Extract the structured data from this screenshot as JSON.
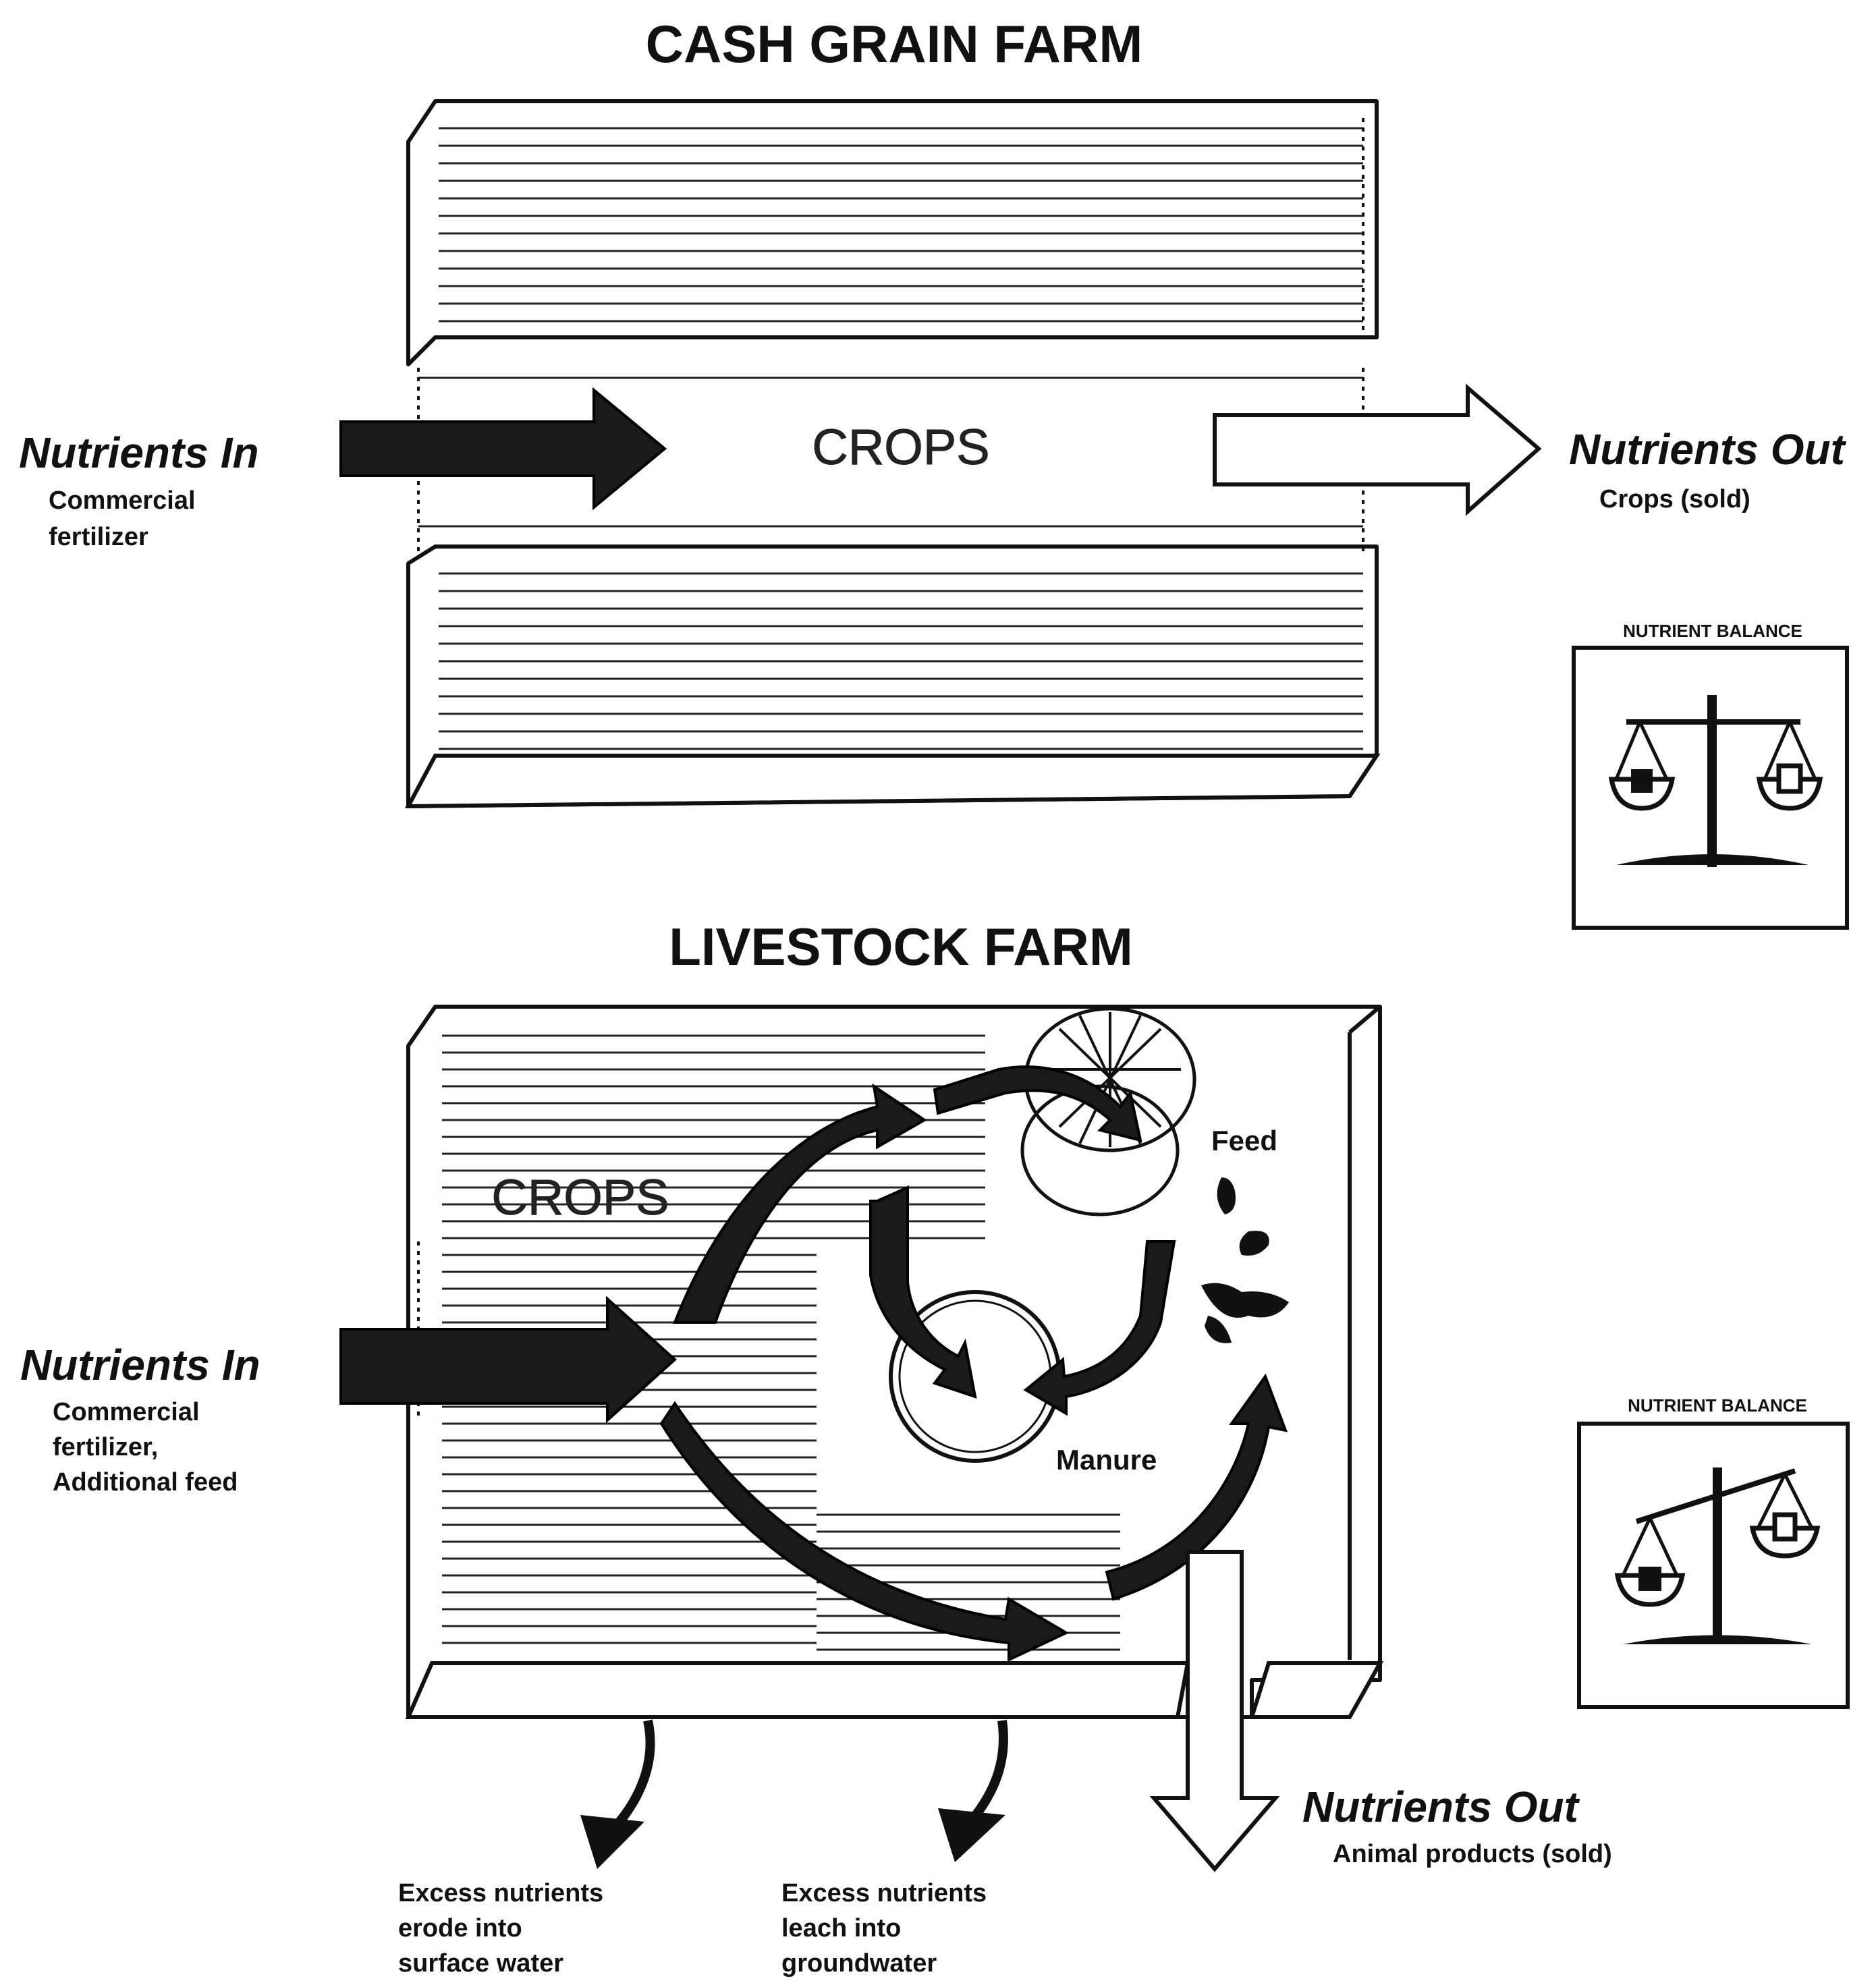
{
  "cash_grain": {
    "title": "CASH GRAIN FARM",
    "crops_label": "CROPS",
    "nutrients_in": {
      "heading": "Nutrients In",
      "line1": "Commercial",
      "line2": "fertilizer"
    },
    "nutrients_out": {
      "heading": "Nutrients Out",
      "detail": "Crops (sold)"
    },
    "balance_caption": "NUTRIENT BALANCE"
  },
  "livestock": {
    "title": "LIVESTOCK FARM",
    "crops_label": "CROPS",
    "feed_label": "Feed",
    "manure_label": "Manure",
    "nutrients_in": {
      "heading": "Nutrients In",
      "line1": "Commercial",
      "line2": "fertilizer,",
      "line3": "Additional feed"
    },
    "nutrients_out": {
      "heading": "Nutrients Out",
      "detail": "Animal products (sold)"
    },
    "balance_caption": "NUTRIENT BALANCE",
    "erode": {
      "line1": "Excess nutrients",
      "line2": "erode into",
      "line3": "surface water"
    },
    "leach": {
      "line1": "Excess nutrients",
      "line2": "leach into",
      "line3": "groundwater"
    }
  }
}
